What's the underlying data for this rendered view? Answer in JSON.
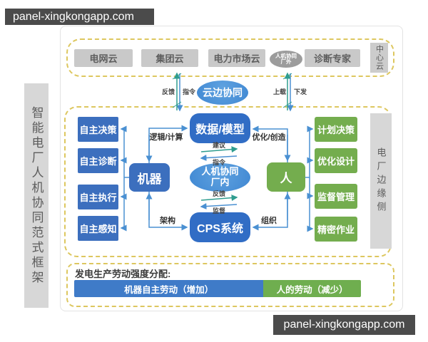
{
  "watermarks": {
    "top_left": "panel-xingkongapp.com",
    "bottom_right": "panel-xingkongapp.com"
  },
  "sidebar_title": "智能电厂人机协同范式框架",
  "cloud_row": {
    "clouds": [
      "电网云",
      "集团云",
      "电力市场云"
    ],
    "offsite": {
      "line1": "人机协同",
      "line2": "厂外"
    },
    "expert": "诊断专家",
    "center_cloud": "中心云"
  },
  "cloud_edge": {
    "collab": "云边协同",
    "feedback": "反馈",
    "command": "指令",
    "upload": "上载",
    "dispatch": "下发"
  },
  "plant": {
    "machine_abilities": [
      "自主决策",
      "自主诊断",
      "自主执行",
      "自主感知"
    ],
    "machine": "机器",
    "data_model": "数据/模型",
    "onsite": {
      "line1": "人机协同",
      "line2": "厂内"
    },
    "cps": "CPS系统",
    "human": "人",
    "human_tasks": [
      "计划决策",
      "优化设计",
      "监督管理",
      "精密作业"
    ],
    "edge_side": "电厂边缘侧",
    "labels": {
      "logic": "逻辑/计算",
      "optimize": "优化/创造",
      "architecture": "架构",
      "organize": "组织",
      "suggest": "建议",
      "command": "指令",
      "feedback": "反馈",
      "supervise": "监督"
    }
  },
  "bottom": {
    "title": "发电生产劳动强度分配:",
    "machine_labor": "机器自主劳动（增加）",
    "human_labor": "人的劳动（减少）"
  },
  "colors": {
    "box_blue": "#3c6fbe",
    "box_deep_blue": "#316dc5",
    "box_green": "#74ad4e",
    "box_gray": "#c9c9c9",
    "dashed_border": "#ddc75f",
    "arrow_blue": "#4a90d2",
    "arrow_teal": "#2f9d8f",
    "labor_blue": "#3f7bc8",
    "labor_green": "#6fae4f"
  }
}
